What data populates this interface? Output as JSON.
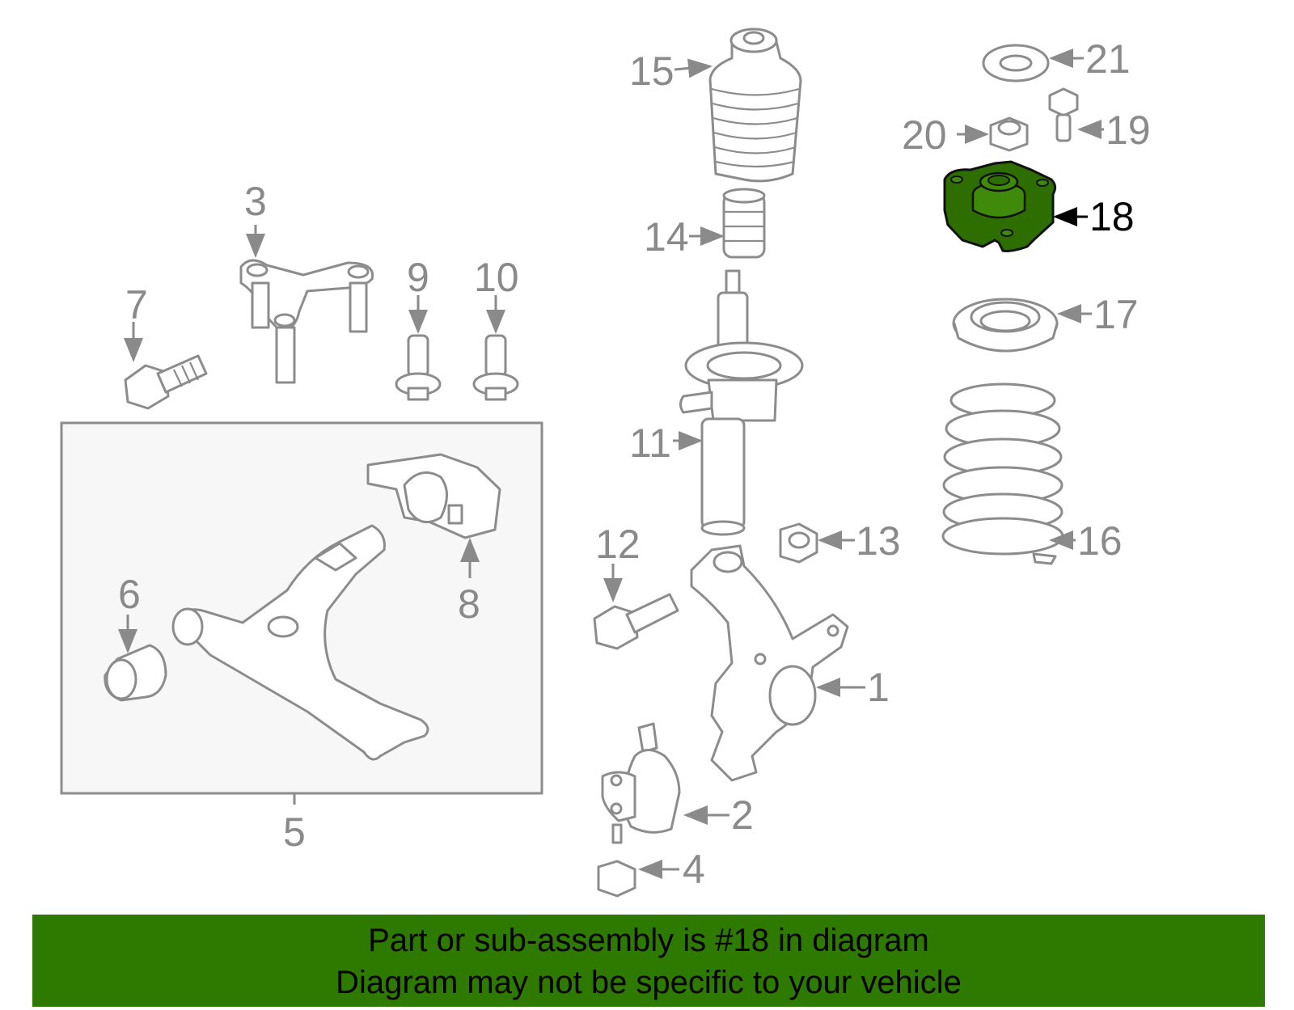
{
  "diagram": {
    "highlighted_part": "18",
    "highlight_color": "#2e7a00",
    "callouts": [
      "1",
      "2",
      "3",
      "4",
      "5",
      "6",
      "7",
      "8",
      "9",
      "10",
      "11",
      "12",
      "13",
      "14",
      "15",
      "16",
      "17",
      "18",
      "19",
      "20",
      "21"
    ]
  },
  "banner": {
    "line1": "Part or sub-assembly is #18 in diagram",
    "line2": "Diagram may not be specific to your vehicle",
    "background": "#2e7a00"
  }
}
